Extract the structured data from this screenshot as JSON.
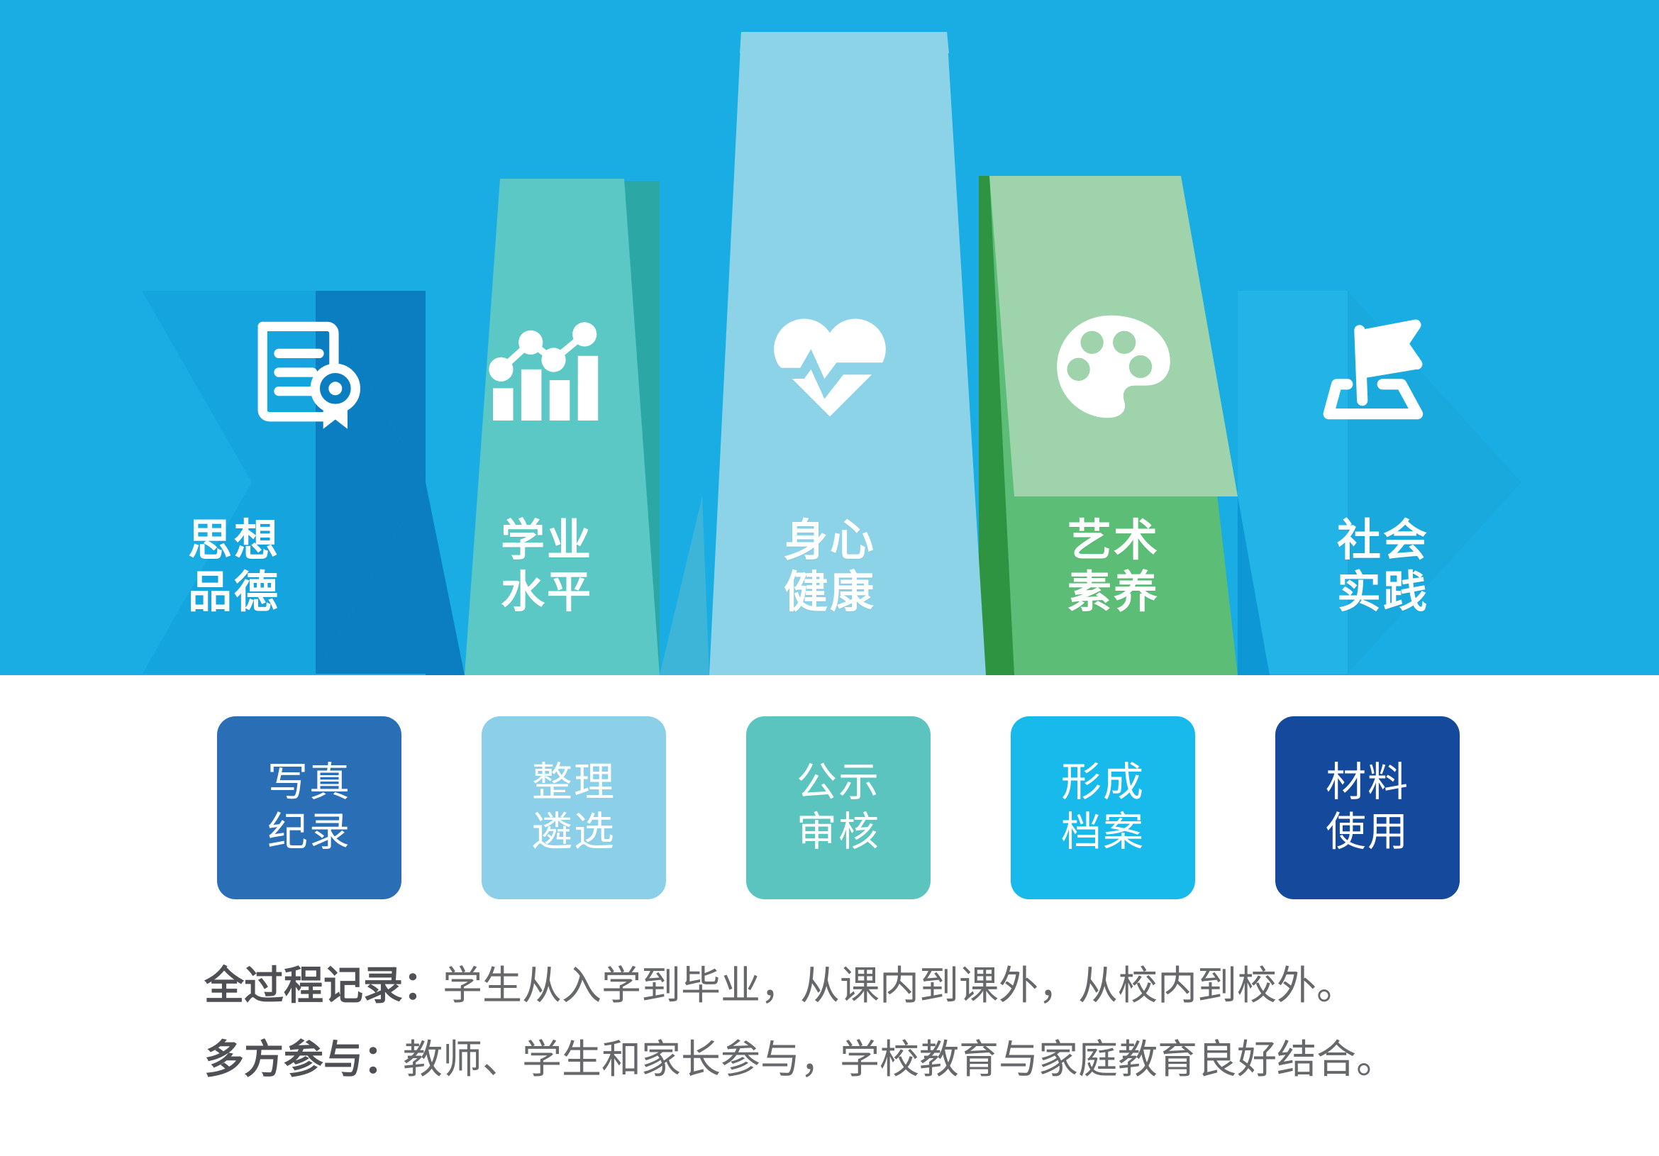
{
  "theme": {
    "background": "#ffffff",
    "hero_background": "#19ade4",
    "note_text_color": "#5b5b5f"
  },
  "hero": {
    "pillars": [
      {
        "id": "moral-character",
        "label": "思想\n品德",
        "icon": "certificate-icon",
        "face_color": "#14a4de",
        "side_color": "#0a7ec0",
        "top_color": "#14a4de",
        "label_color": "#ffffff"
      },
      {
        "id": "academic-level",
        "label": "学业\n水平",
        "icon": "bar-chart-icon",
        "face_color": "#5cc8c6",
        "side_color": "#2ba8a6",
        "top_color": "#5cc8c6",
        "label_color": "#ffffff"
      },
      {
        "id": "physical-mental-health",
        "label": "身心\n健康",
        "icon": "heart-pulse-icon",
        "face_color": "#8dd3e8",
        "side_color": "#39b3dd",
        "top_color": "#8dd3e8",
        "label_color": "#ffffff"
      },
      {
        "id": "artistic-literacy",
        "label": "艺术\n素养",
        "icon": "palette-icon",
        "face_color": "#9ed3ab",
        "side_color": "#2e9442",
        "top_color": "#9ed3ab",
        "label_color": "#ffffff"
      },
      {
        "id": "social-practice",
        "label": "社会\n实践",
        "icon": "flag-stand-icon",
        "face_color": "#22b4e6",
        "side_color": "#0d97d4",
        "top_color": "#22b4e6",
        "label_color": "#ffffff"
      }
    ]
  },
  "process": {
    "chips": [
      {
        "id": "record",
        "label": "写真\n纪录",
        "color": "#2a6fb5",
        "text_color": "#ffffff"
      },
      {
        "id": "sort-select",
        "label": "整理\n遴选",
        "color": "#8bd0e8",
        "text_color": "#ffffff"
      },
      {
        "id": "publicize-review",
        "label": "公示\n审核",
        "color": "#5cc4bf",
        "text_color": "#ffffff"
      },
      {
        "id": "form-archive",
        "label": "形成\n档案",
        "color": "#18baec",
        "text_color": "#ffffff"
      },
      {
        "id": "material-use",
        "label": "材料\n使用",
        "color": "#14499b",
        "text_color": "#ffffff"
      }
    ]
  },
  "notes": [
    {
      "id": "full-process-record",
      "head": "全过程记录：",
      "body": "学生从入学到毕业，从课内到课外，从校内到校外。"
    },
    {
      "id": "multi-party-participation",
      "head": "多方参与：",
      "body": "教师、学生和家长参与，学校教育与家庭教育良好结合。"
    }
  ]
}
